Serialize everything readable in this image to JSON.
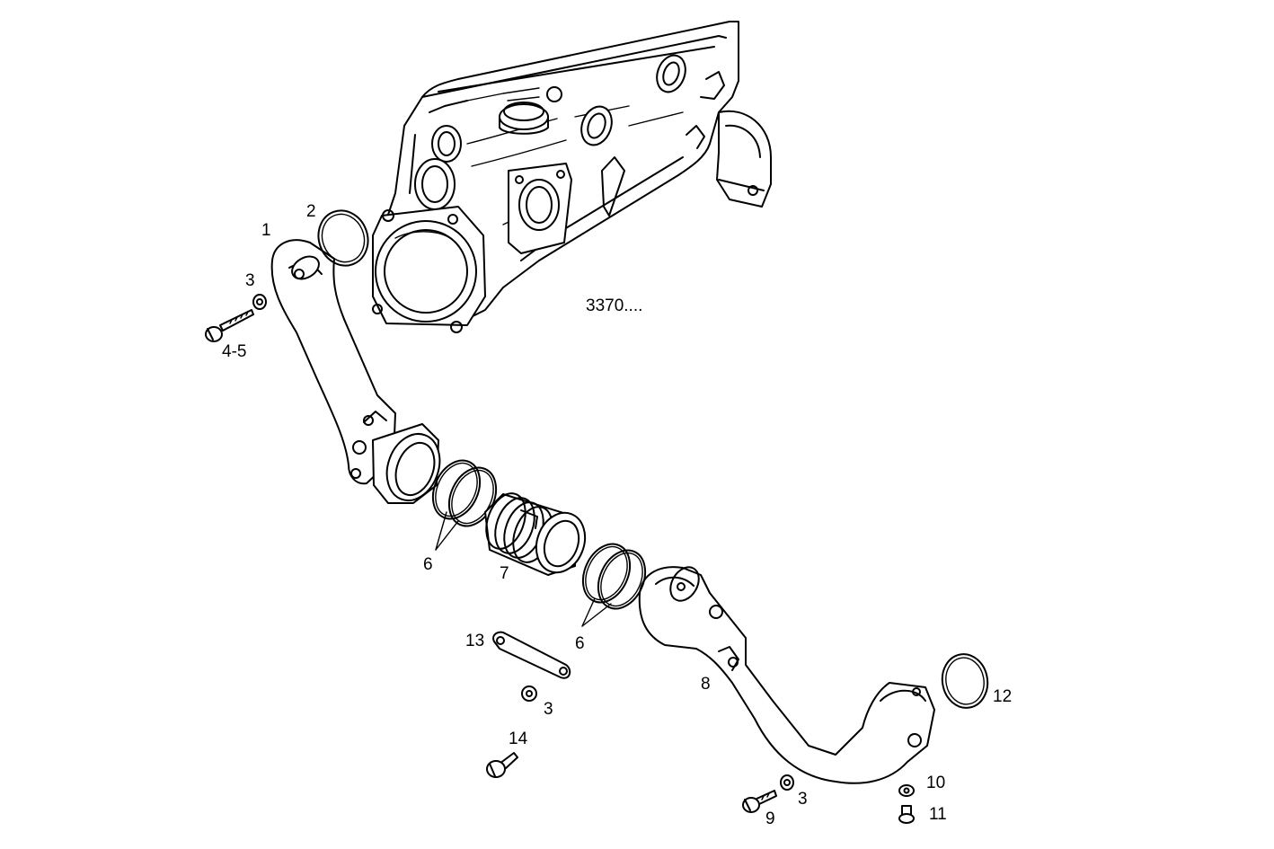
{
  "diagram": {
    "reference": "3370....",
    "callouts": {
      "c1": "1",
      "c2": "2",
      "c3a": "3",
      "c45": "4-5",
      "c6a": "6",
      "c7": "7",
      "c6b": "6",
      "c13": "13",
      "c3b": "3",
      "c14": "14",
      "c8": "8",
      "c12": "12",
      "c10": "10",
      "c3c": "3",
      "c9": "9",
      "c11": "11"
    }
  }
}
